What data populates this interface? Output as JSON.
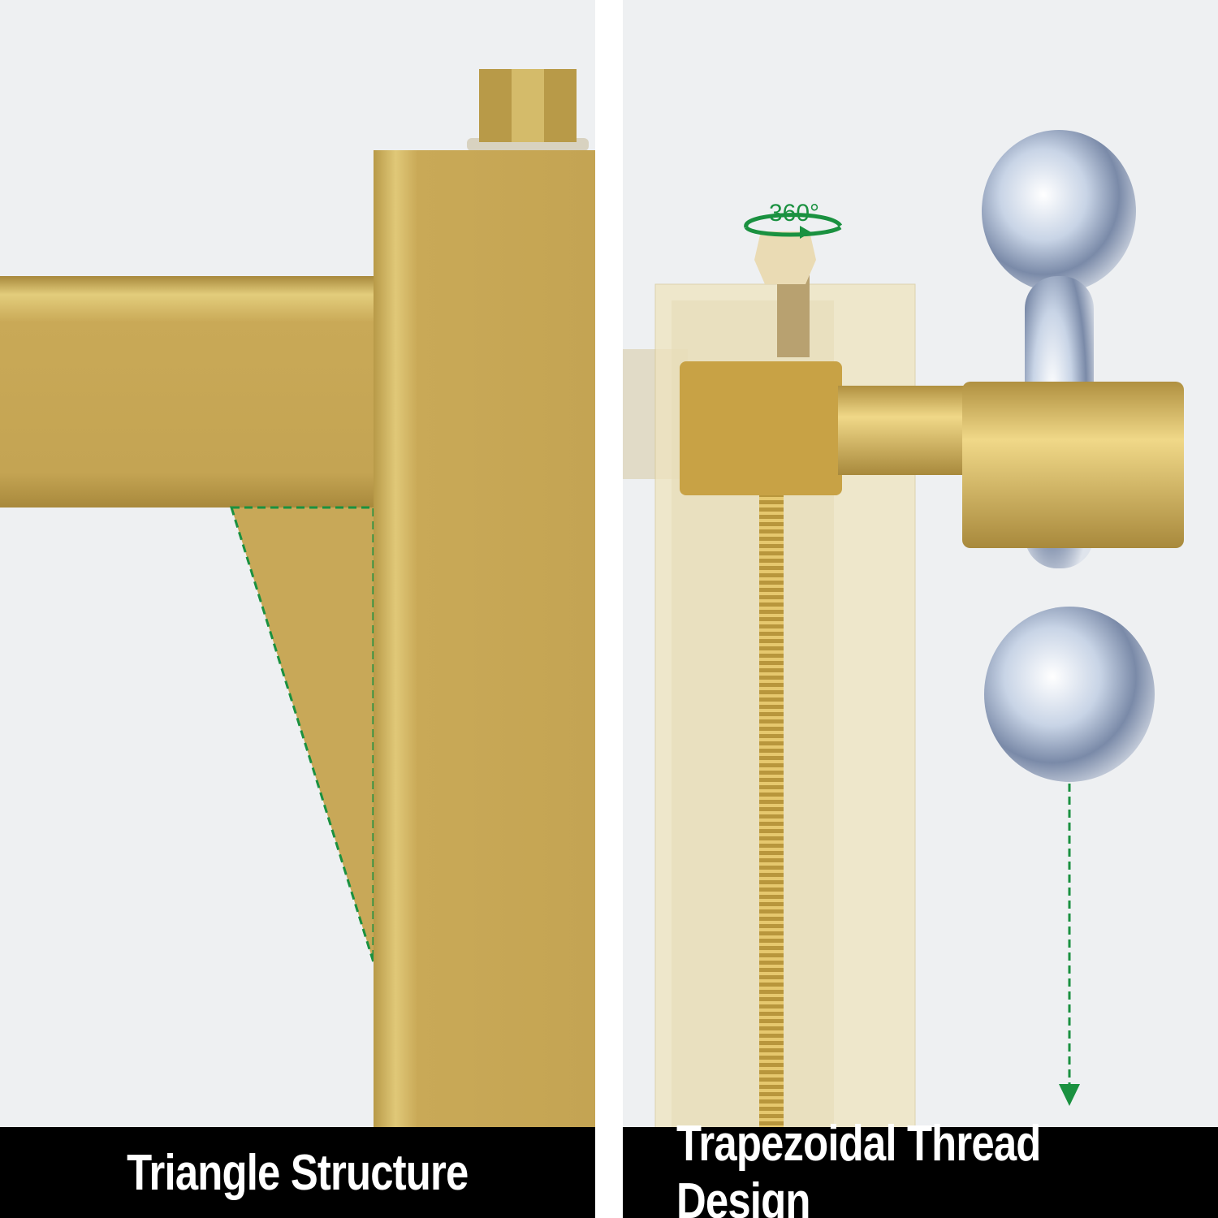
{
  "left_panel": {
    "caption": "Triangle Structure"
  },
  "right_panel": {
    "caption": "Trapezoidal Thread Design",
    "rotation_label": "360°"
  },
  "colors": {
    "background": "#eef0f2",
    "gold": "#c9a957",
    "gold_dark": "#a8893c",
    "accent_green": "#1a9140",
    "caption_bg": "#000000"
  }
}
